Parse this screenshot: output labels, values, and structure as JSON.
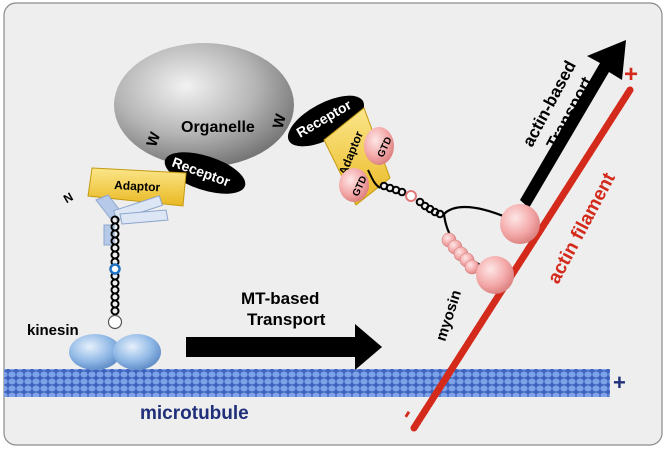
{
  "labels": {
    "organelle": "Organelle",
    "receptor_left": "Receptor",
    "receptor_right": "Receptor",
    "adaptor_left": "Adaptor",
    "adaptor_right": "Adaptor",
    "gtd_top": "GTD",
    "gtd_bottom": "GTD",
    "n_terminus": "N",
    "kinesin": "kinesin",
    "mt_transport_line1": "MT-based",
    "mt_transport_line2": "Transport",
    "actin_transport_line1": "actin-based",
    "actin_transport_line2": "Transport",
    "myosin": "myosin",
    "actin_filament": "actin filament",
    "microtubule": "microtubule",
    "plus_mt": "+",
    "plus_actin": "+",
    "minus_actin": "-"
  },
  "colors": {
    "panel_bg": "#eeeeee",
    "panel_border": "#8a8a8a",
    "organelle": "#a9a9a9",
    "receptor": "#000000",
    "adaptor": "#f3cf3a",
    "myosin_head": "#f4a9a9",
    "kinesin_head": "#8fb8e6",
    "microtubule": "#5b82d6",
    "actin": "#d42a1c",
    "microtubule_label": "#1f2f7a",
    "actin_label": "#d42a1c",
    "arrow": "#000000"
  }
}
